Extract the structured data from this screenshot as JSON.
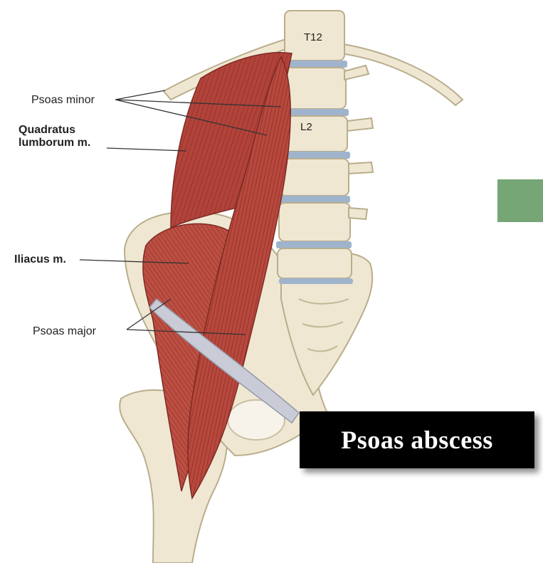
{
  "labels": {
    "psoas_minor": "Psoas minor",
    "quadratus": "Quadratus lumborum m.",
    "iliacus": "Iliacus m.",
    "psoas_major": "Psoas major"
  },
  "vertebrae": {
    "t12": "T12",
    "l2": "L2"
  },
  "caption": "Psoas abscess",
  "colors": {
    "bone": "#efe7d2",
    "bone_outline": "#b9ad8c",
    "disc": "#9fb4cc",
    "muscle": "#b2433a",
    "muscle_dark": "#7e2a24",
    "muscle_light": "#cc6a5c",
    "tendon": "#c9ccd6",
    "accent": "#76a576",
    "caption_bg": "#000000",
    "caption_text": "#ffffff"
  }
}
